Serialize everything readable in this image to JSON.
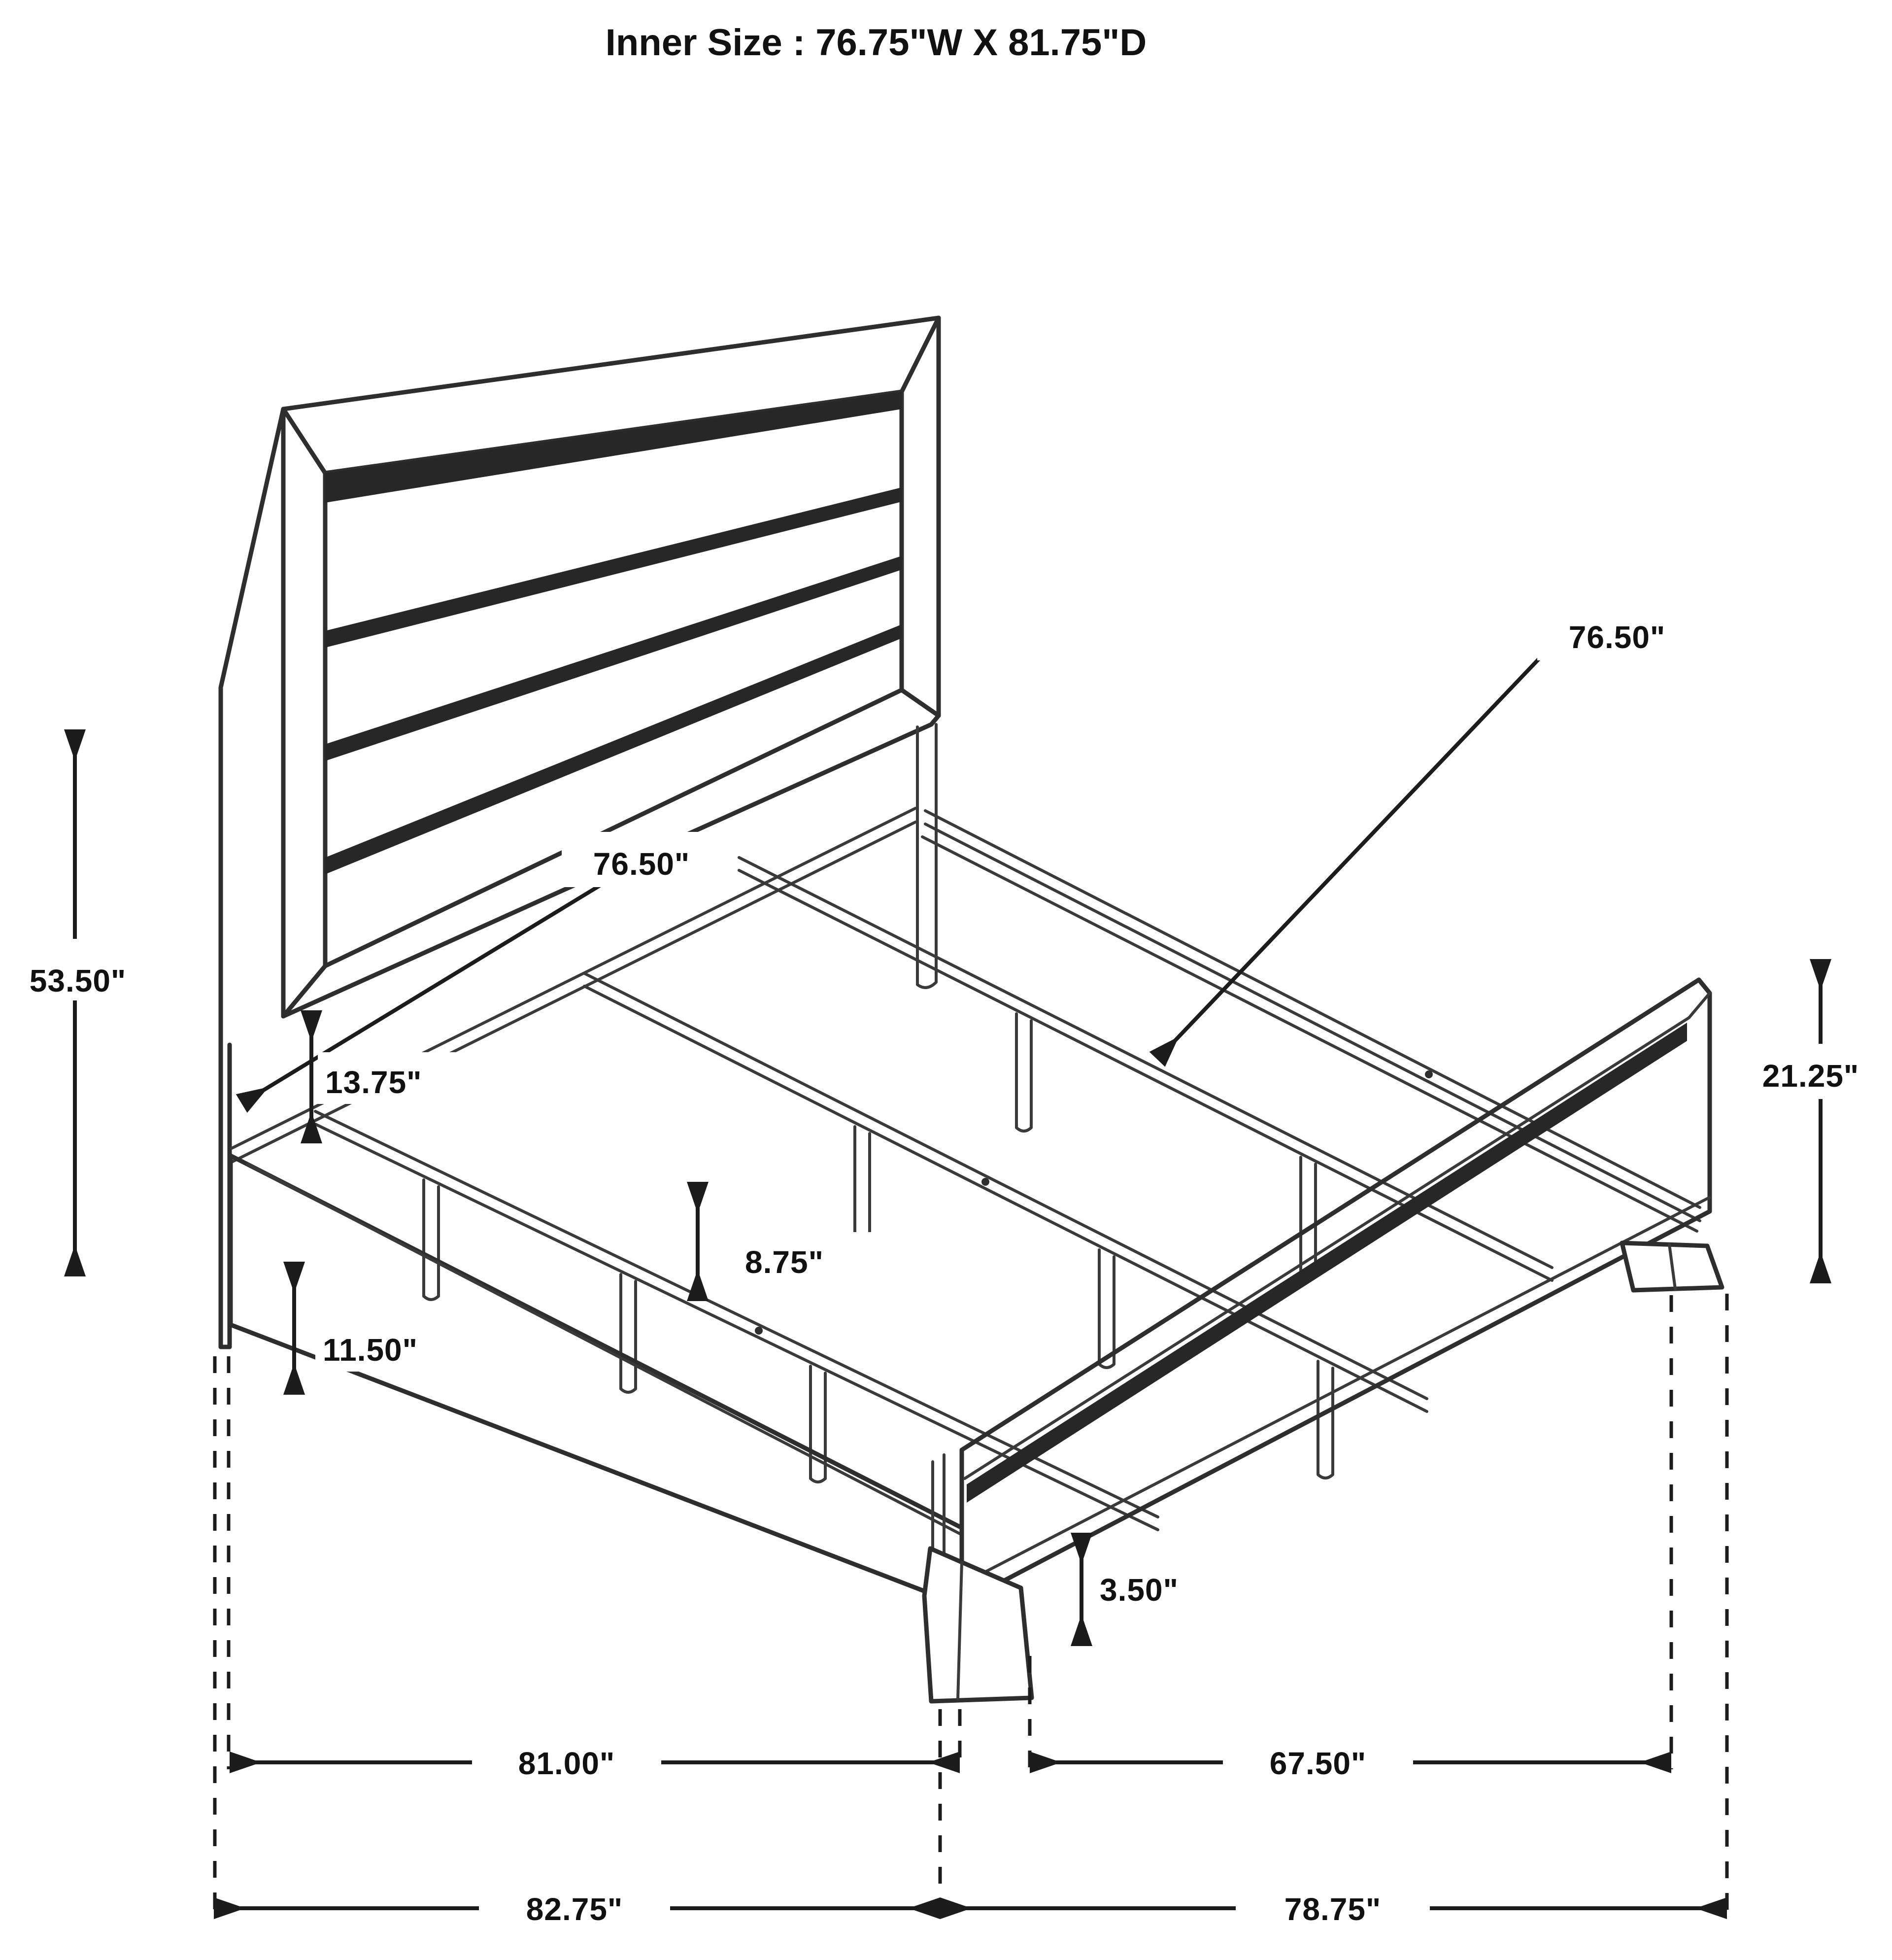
{
  "title": "Inner Size : 76.75\"W X 81.75\"D",
  "diagram": {
    "subject": "bed-frame-dimension-drawing",
    "dimensions": {
      "headboard_height": "53.50\"",
      "center_rail_length": "76.50\"",
      "headboard_rail_length": "76.50\"",
      "panel_to_rail_drop": "13.75\"",
      "support_leg_height": "8.75\"",
      "side_rail_height": "11.50\"",
      "footboard_height": "21.25\"",
      "foot_height": "3.50\"",
      "inner_length": "81.00\"",
      "footboard_span": "67.50\"",
      "overall_depth": "82.75\"",
      "overall_width": "78.75\""
    }
  }
}
